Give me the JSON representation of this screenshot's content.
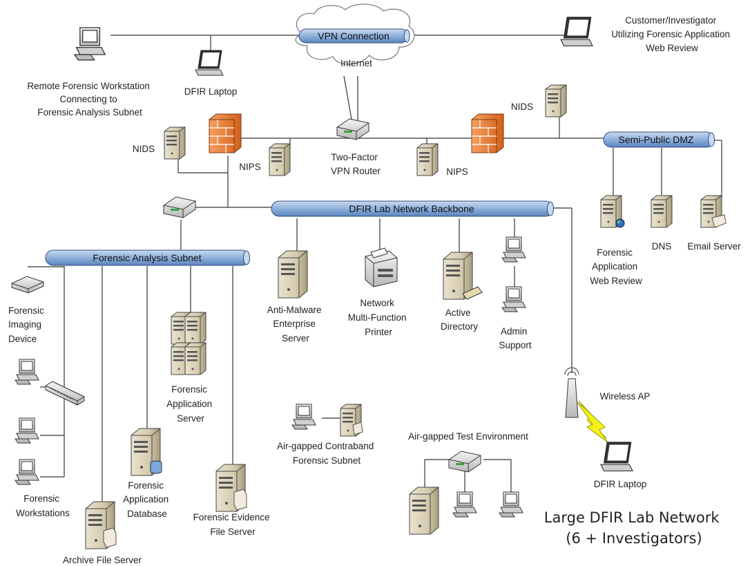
{
  "title": {
    "line1": "Large DFIR Lab Network",
    "line2": "(6 + Investigators)"
  },
  "cloud": {
    "vpn": "VPN Connection",
    "internet": "Internet"
  },
  "buses": {
    "backbone": "DFIR Lab Network Backbone",
    "dmz": "Semi-Public DMZ",
    "analysis": "Forensic Analysis Subnet"
  },
  "nodes": {
    "remote_ws": [
      "Remote Forensic Workstation",
      "Connecting to",
      "Forensic Analysis Subnet"
    ],
    "dfir_laptop_top": "DFIR Laptop",
    "customer": [
      "Customer/Investigator",
      "Utilizing Forensic Application",
      "Web Review"
    ],
    "nids_left": "NIDS",
    "nids_right": "NIDS",
    "nips_left": "NIPS",
    "nips_right": "NIPS",
    "vpn_router": [
      "Two-Factor",
      "VPN Router"
    ],
    "web_review": [
      "Forensic",
      "Application",
      "Web Review"
    ],
    "dns": "DNS",
    "email": "Email Server",
    "imaging": [
      "Forensic",
      "Imaging",
      "Device"
    ],
    "workstations": [
      "Forensic",
      "Workstations"
    ],
    "app_server": [
      "Forensic",
      "Application",
      "Server"
    ],
    "app_db": [
      "Forensic",
      "Application",
      "Database"
    ],
    "evidence": [
      "Forensic Evidence",
      "File Server"
    ],
    "archive": "Archive File Server",
    "antimalware": [
      "Anti-Malware",
      "Enterprise",
      "Server"
    ],
    "printer": [
      "Network",
      "Multi-Function",
      "Printer"
    ],
    "ad": [
      "Active",
      "Directory"
    ],
    "admin": [
      "Admin",
      "Support"
    ],
    "airgap_contraband": [
      "Air-gapped Contraband",
      "Forensic Subnet"
    ],
    "airgap_test": "Air-gapped Test Environment",
    "wireless_ap": "Wireless AP",
    "dfir_laptop_bottom": "DFIR Laptop"
  }
}
